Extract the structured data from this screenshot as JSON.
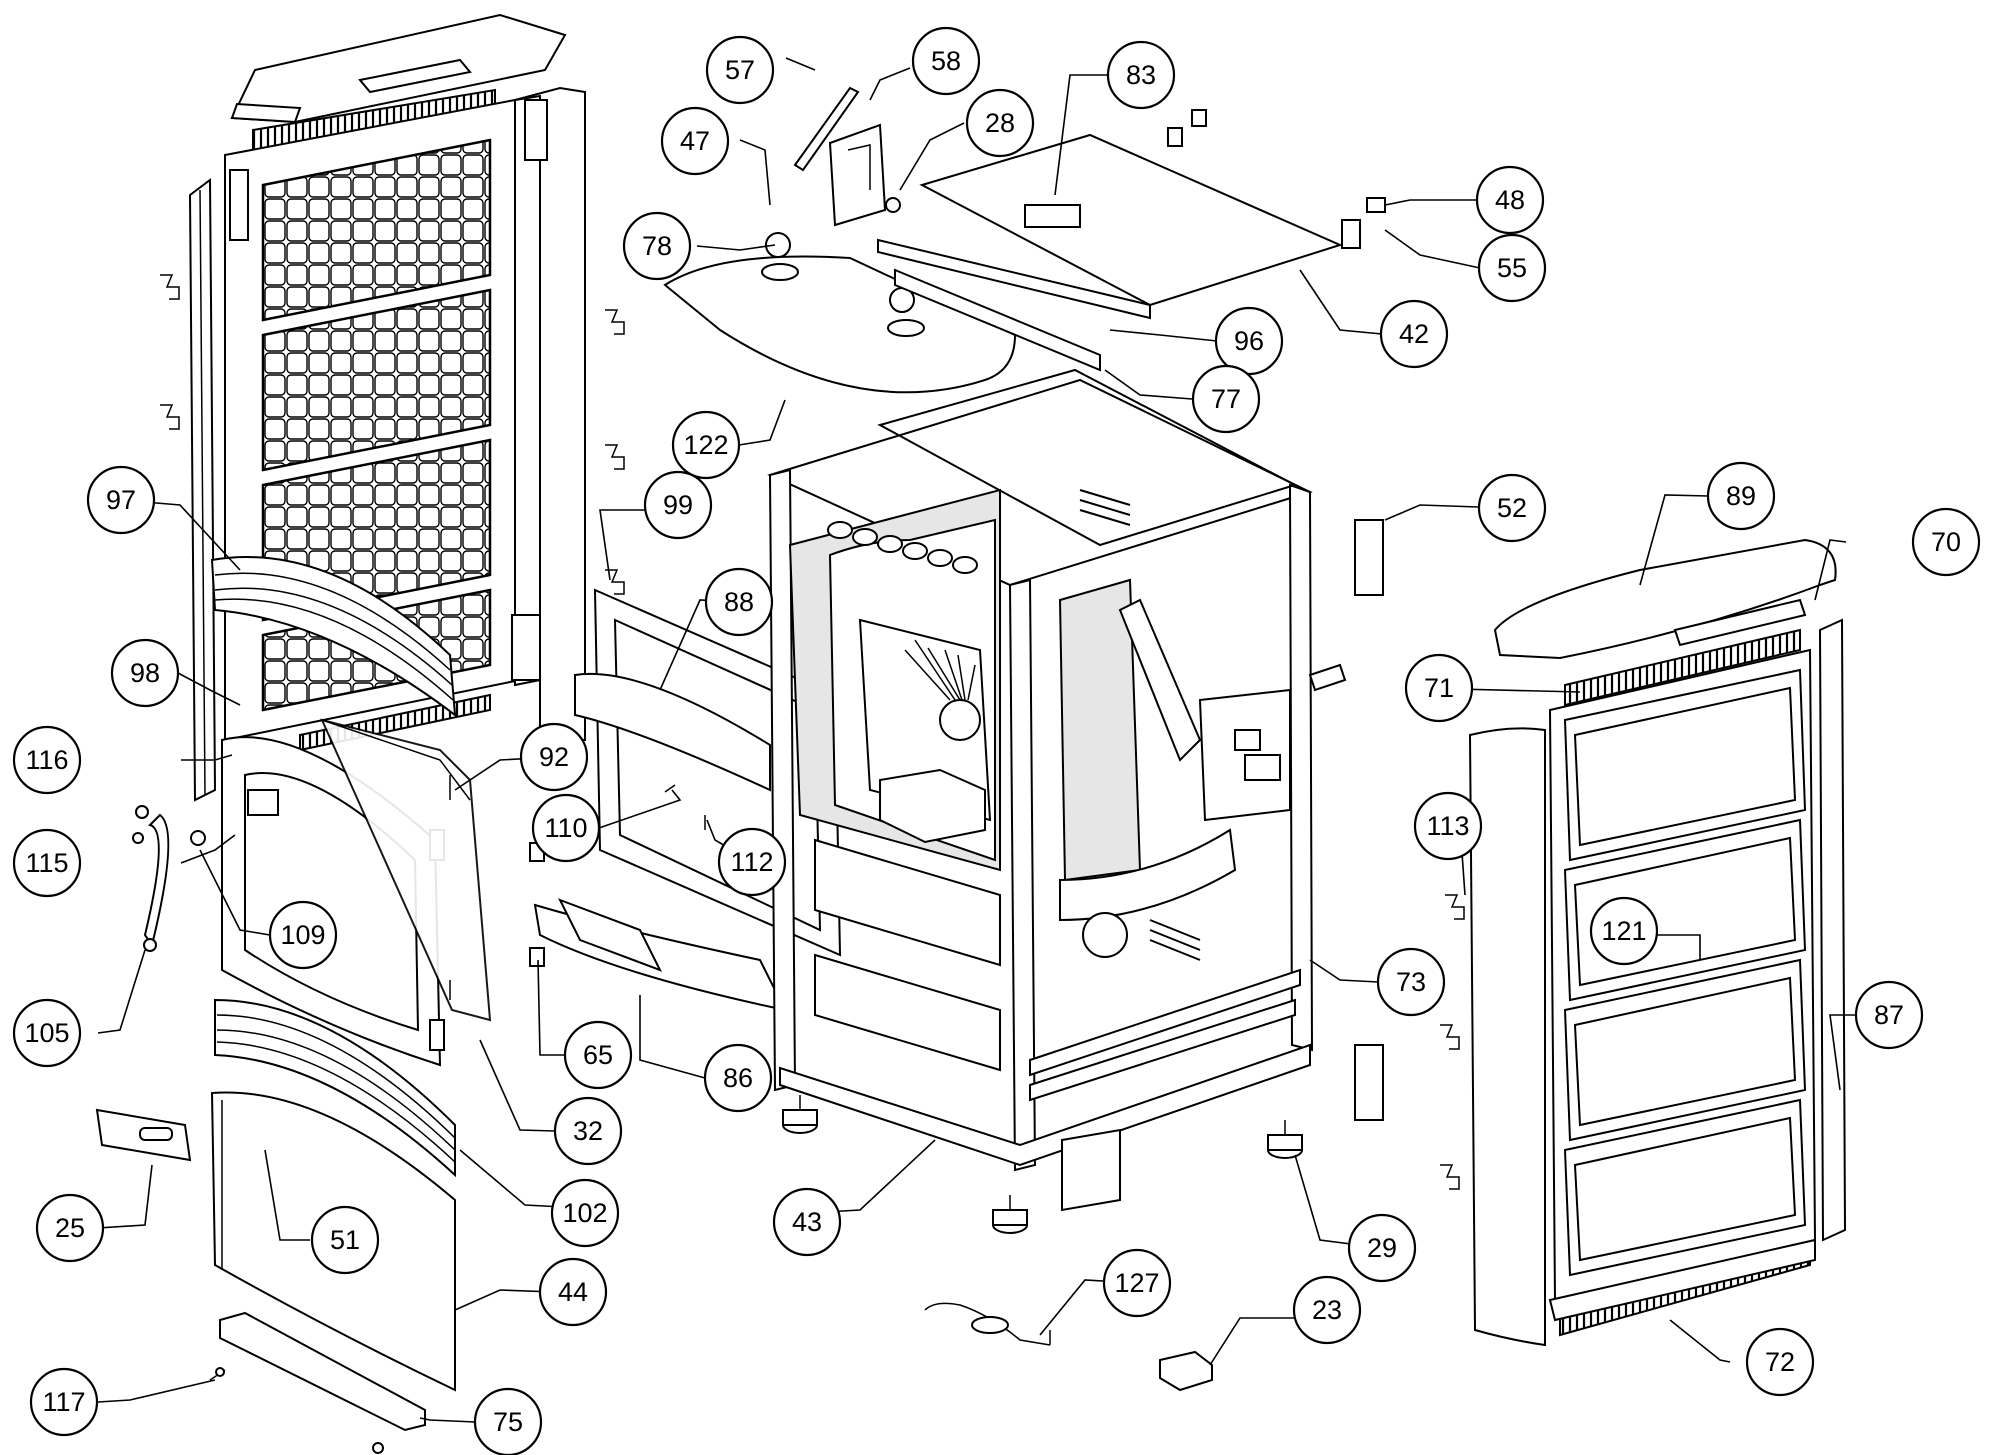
{
  "callouts": [
    "57",
    "58",
    "83",
    "47",
    "28",
    "48",
    "78",
    "55",
    "42",
    "96",
    "77",
    "122",
    "97",
    "99",
    "52",
    "89",
    "70",
    "88",
    "71",
    "98",
    "116",
    "92",
    "110",
    "115",
    "112",
    "113",
    "109",
    "121",
    "73",
    "87",
    "105",
    "65",
    "86",
    "32",
    "102",
    "43",
    "29",
    "25",
    "51",
    "44",
    "127",
    "23",
    "72",
    "117",
    "75"
  ],
  "colors": {
    "line": "#000000",
    "background": "#ffffff",
    "shade": "#e6e6e6"
  }
}
